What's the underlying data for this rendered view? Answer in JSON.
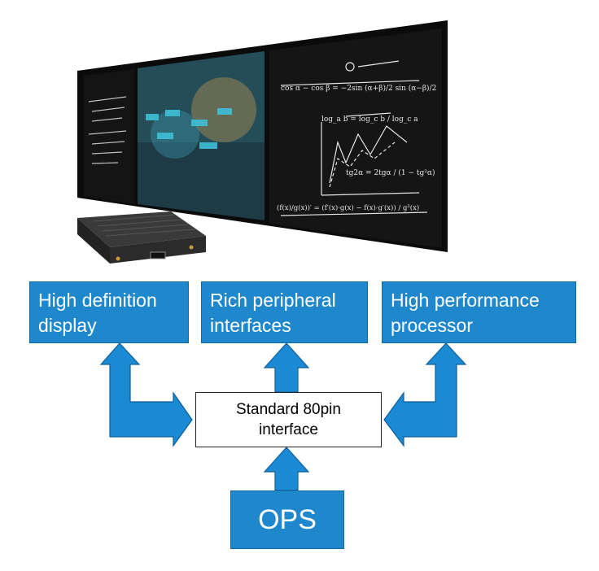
{
  "diagram": {
    "boxes": {
      "high_definition": {
        "line1": "High definition",
        "line2": "display"
      },
      "rich_peripheral": {
        "line1": "Rich peripheral",
        "line2": "interfaces"
      },
      "high_performance": {
        "line1": "High performance",
        "line2": "processor"
      },
      "interface": {
        "line1": "Standard 80pin",
        "line2": "interface"
      },
      "ops": {
        "label": "OPS"
      }
    },
    "colors": {
      "box_blue": "#1f87cc",
      "arrow_blue": "#1a8ad4",
      "arrow_outline": "#0d5f99",
      "board_black": "#121212"
    }
  },
  "board_writing": {
    "eq_trig": "cos α − cos β = −2sin (α+β)/2 sin (α−β)/2",
    "eq_log": "log_a b = log_c b / log_c a",
    "eq_tan": "tg2α = 2tgα / (1 − tg²α)",
    "eq_quotient": "(f(x)/g(x))′ = (f′(x)·g(x) − f(x)·g′(x)) / g²(x)"
  }
}
